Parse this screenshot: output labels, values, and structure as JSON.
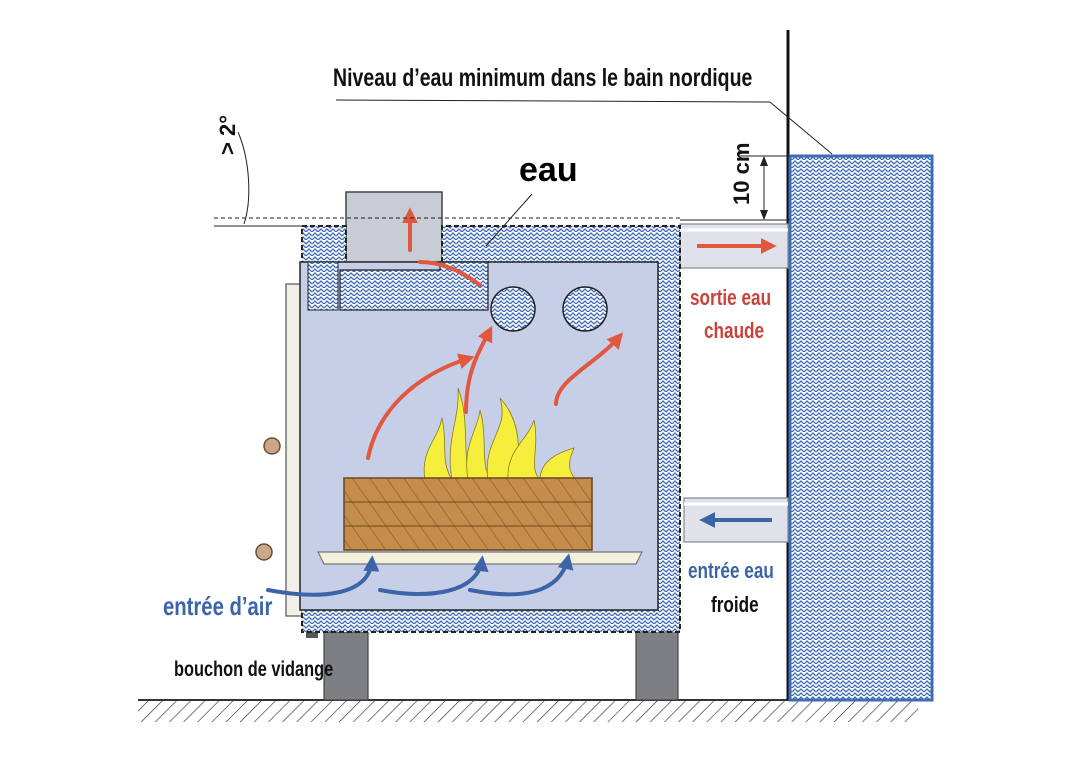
{
  "labels": {
    "min_level": "Niveau d’eau minimum dans le bain nordique",
    "water": "eau",
    "angle": "> 2°",
    "height": "10 cm",
    "hot_out_line1": "sortie eau",
    "hot_out_line2": "chaude",
    "cold_in_line1": "entrée eau",
    "cold_in_line2": "froide",
    "air_in": "entrée d’air",
    "drain_plug": "bouchon de vidange"
  },
  "colors": {
    "water_fill": "#c7cfe8",
    "water_pattern": "#3f6cb5",
    "hot_arrow": "#e2583f",
    "cold_arrow": "#3c64a6",
    "flame": "#f5ee3c",
    "wood": "#c08a4a",
    "leg": "#7e7f83"
  },
  "icons": [
    "flame-icon",
    "arrow-right-icon",
    "arrow-left-icon",
    "drain-knob-icon"
  ]
}
